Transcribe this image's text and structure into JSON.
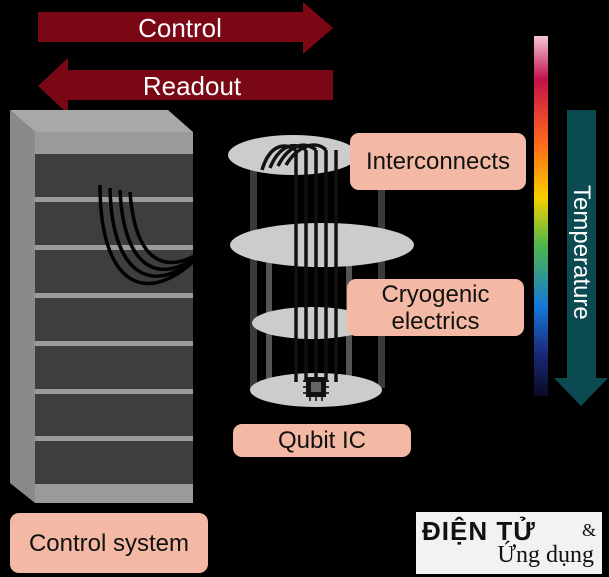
{
  "arrows": {
    "control": "Control",
    "readout": "Readout",
    "temperature": "Temperature"
  },
  "labels": {
    "interconnects": "Interconnects",
    "cryogenic": "Cryogenic electrics",
    "qubit": "Qubit IC",
    "control_system": "Control system"
  },
  "logo": {
    "line1": "ĐIỆN TỬ",
    "amp": "&",
    "line2": "Ứng dụng"
  },
  "colors": {
    "background": "#000000",
    "arrow": "#7a0714",
    "label_fill": "#f4b9a4",
    "cabinet": "#444444",
    "plate": "#cccccc",
    "temp_arrow": "#0b4a50"
  }
}
